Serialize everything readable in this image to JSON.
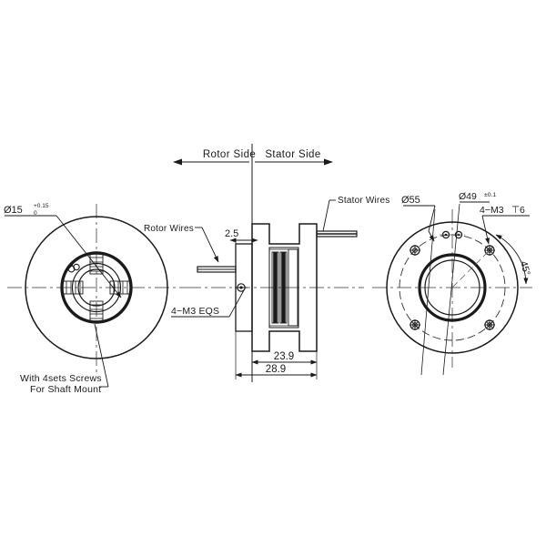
{
  "drawing": {
    "title": "Slip Ring / Pancake Motor Assembly Drawing",
    "background_color": "#ffffff",
    "line_color": "#1a1a1a",
    "centerline_color": "#555555",
    "views": [
      {
        "name": "rotor-side-front-view",
        "position": "left"
      },
      {
        "name": "cross-section-side-view",
        "position": "center"
      },
      {
        "name": "stator-side-front-view",
        "position": "right"
      }
    ]
  },
  "header": {
    "rotor_side_label": "Rotor  Side",
    "stator_side_label": "Stator  Side"
  },
  "left_view": {
    "bore_dim_prefix": "Ø15",
    "bore_tol_upper": "+0.15",
    "bore_tol_lower": "0",
    "note_line1": "With  4sets  Screws",
    "note_line2": "For  Shaft  Mount",
    "screw_count": 4
  },
  "center_view": {
    "rotor_wires_label": "Rotor  Wires",
    "stator_wires_label": "Stator  Wires",
    "gap_dim": "2.5",
    "thread_note": "4−M3  EQS",
    "inner_length": "23.9",
    "overall_length": "28.9"
  },
  "right_view": {
    "outer_dia": "Ø55",
    "bolt_circle_dia_prefix": "Ø49",
    "bolt_circle_tol": "±0.1",
    "thread_note": "4−M3",
    "thread_depth_symbol": "⊤",
    "thread_depth": "6",
    "angle_label": "45°",
    "bolt_hole_count": 4,
    "wire_hole_count": 2
  }
}
